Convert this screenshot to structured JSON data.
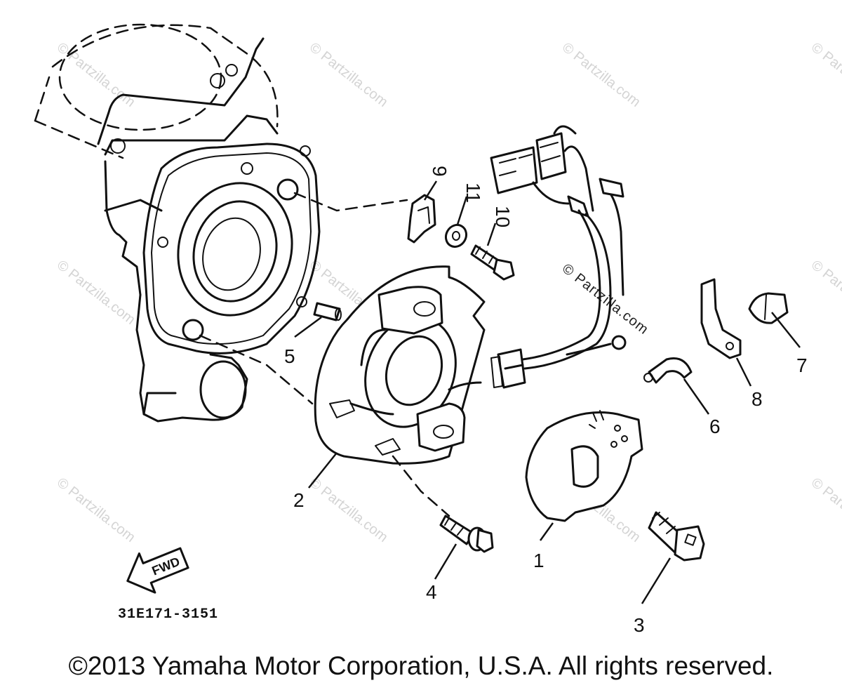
{
  "watermarks": [
    "© Partzilla.com"
  ],
  "callouts": [
    {
      "id": "1",
      "label": "1"
    },
    {
      "id": "2",
      "label": "2"
    },
    {
      "id": "3",
      "label": "3"
    },
    {
      "id": "4",
      "label": "4"
    },
    {
      "id": "5",
      "label": "5"
    },
    {
      "id": "6",
      "label": "6"
    },
    {
      "id": "7",
      "label": "7"
    },
    {
      "id": "8",
      "label": "8"
    },
    {
      "id": "9",
      "label": "9"
    },
    {
      "id": "10",
      "label": "10"
    },
    {
      "id": "11",
      "label": "11"
    }
  ],
  "forward_arrow_label": "FWD",
  "part_number": "31E171-3151",
  "copyright": "©2013 Yamaha Motor Corporation, U.S.A. All rights reserved."
}
